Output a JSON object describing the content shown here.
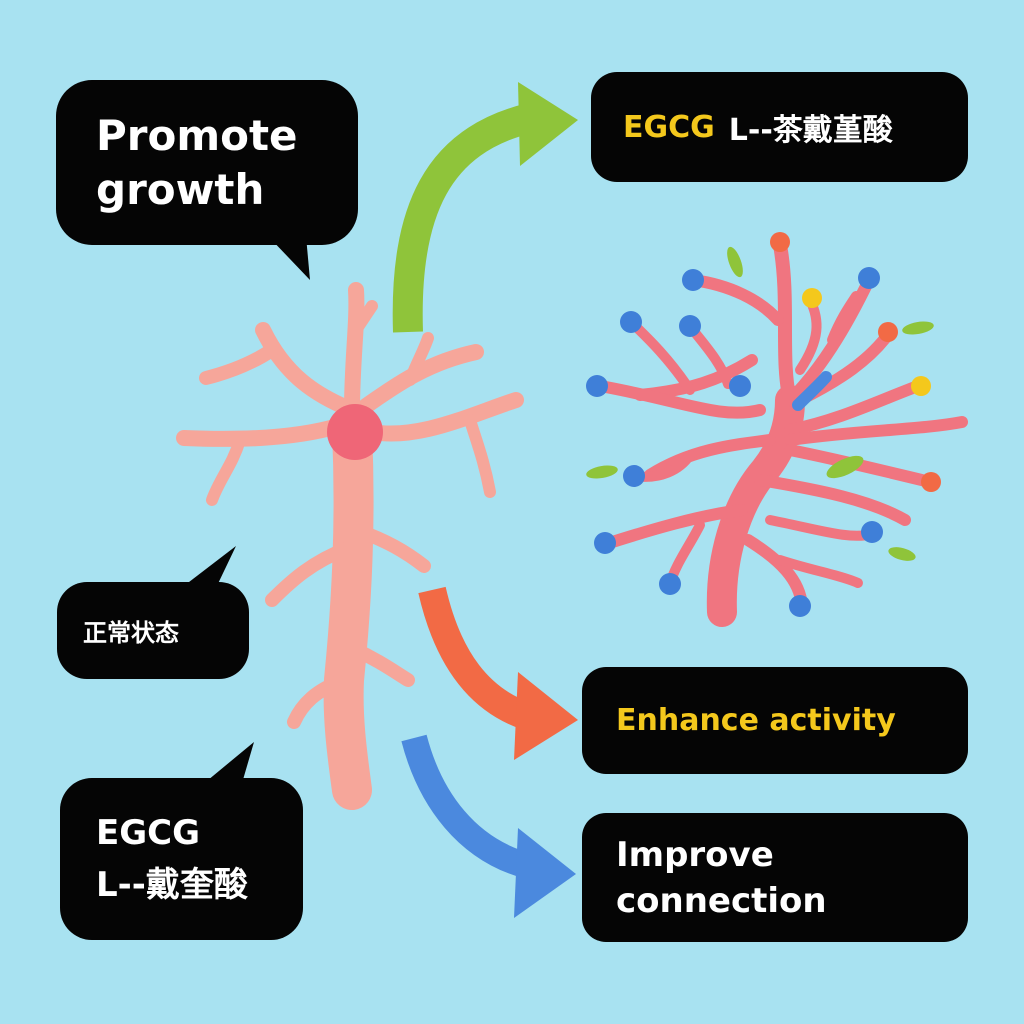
{
  "colors": {
    "background": "#a8e2f1",
    "bubble": "#050505",
    "bubble_text": "#ffffff",
    "highlight_text": "#f4c81c",
    "neuron": "#f6a69a",
    "nucleus": "#ef6677",
    "branch": "#f07580",
    "arrow_green": "#8fc43a",
    "arrow_orange": "#f26a45",
    "arrow_blue": "#4b89de"
  },
  "labels": {
    "promote_line1": "Promote",
    "promote_line2": "growth",
    "normal_state": "正常状态",
    "egcg_left_line1": "EGCG",
    "egcg_left_line2": "L--戴奎酸",
    "egcg_top_highlight": "EGCG",
    "egcg_top_rest": "L--茶戴堇酸",
    "enhance_activity": "Enhance activity",
    "improve_line1": "Improve",
    "improve_line2": "connection"
  }
}
